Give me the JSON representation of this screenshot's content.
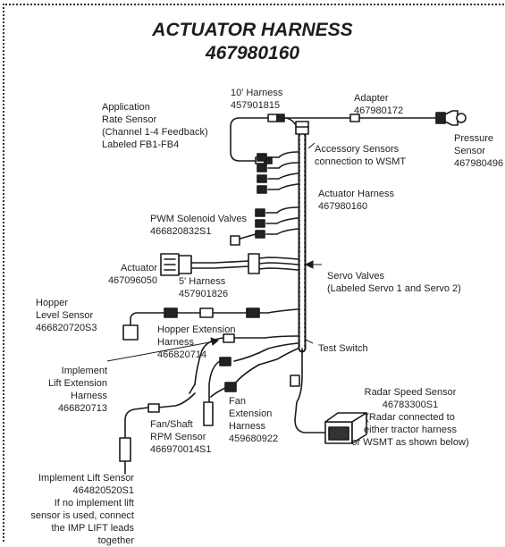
{
  "title": "ACTUATOR HARNESS",
  "part_number": "467980160",
  "labels": {
    "app_rate": [
      "Application",
      "Rate Sensor",
      "(Channel 1-4 Feedback)",
      "Labeled FB1-FB4"
    ],
    "harness10": [
      "10' Harness",
      "457901815"
    ],
    "adapter": [
      "Adapter",
      "467980172"
    ],
    "pressure": [
      "Pressure",
      "Sensor",
      "467980496"
    ],
    "accessory": [
      "Accessory Sensors",
      "connection to WSMT"
    ],
    "actuator_harness": [
      "Actuator Harness",
      "467980160"
    ],
    "pwm": [
      "PWM Solenoid Valves",
      "466820832S1"
    ],
    "actuator": [
      "Actuator",
      "467096050"
    ],
    "harness5": [
      "5' Harness",
      "457901826"
    ],
    "servo": [
      "Servo Valves",
      "(Labeled Servo 1 and Servo 2)"
    ],
    "hopper_level": [
      "Hopper",
      "Level Sensor",
      "466820720S3"
    ],
    "hopper_ext": [
      "Hopper Extension",
      "Harness",
      "466820714"
    ],
    "test_switch": [
      "Test Switch"
    ],
    "implement_ext": [
      "Implement",
      "Lift Extension",
      "Harness",
      "466820713"
    ],
    "fan_shaft": [
      "Fan/Shaft",
      "RPM Sensor",
      "466970014S1"
    ],
    "fan_ext": [
      "Fan",
      "Extension",
      "Harness",
      "459680922"
    ],
    "radar": [
      "Radar Speed Sensor",
      "46783300S1",
      "(Radar connected to",
      "either tractor harness",
      "or WSMT as shown below)"
    ],
    "implement_lift": [
      "Implement Lift Sensor",
      "464820520S1",
      "If no implement lift",
      "sensor is used, connect",
      "the IMP LIFT leads",
      "together"
    ]
  }
}
